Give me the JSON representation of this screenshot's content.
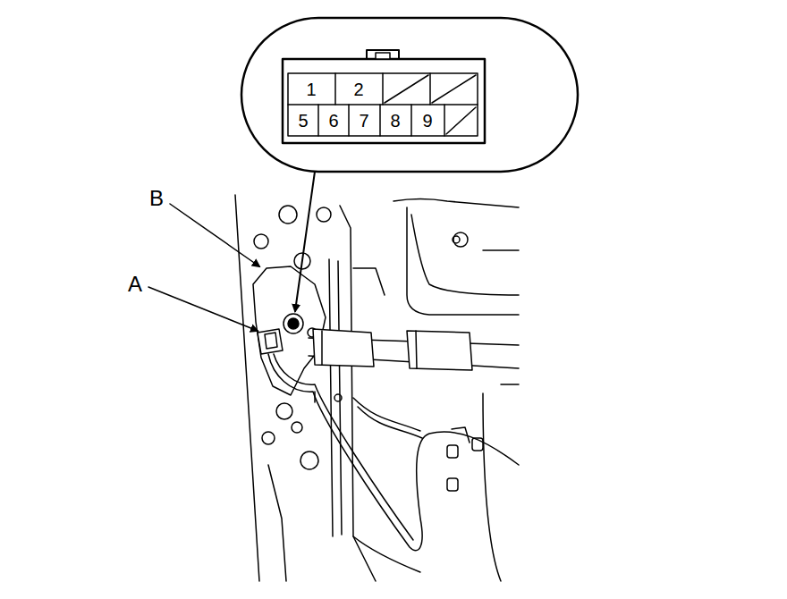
{
  "diagram": {
    "labels": [
      "B",
      "A",
      "1",
      "2",
      "5",
      "6",
      "7",
      "8",
      "9"
    ]
  }
}
